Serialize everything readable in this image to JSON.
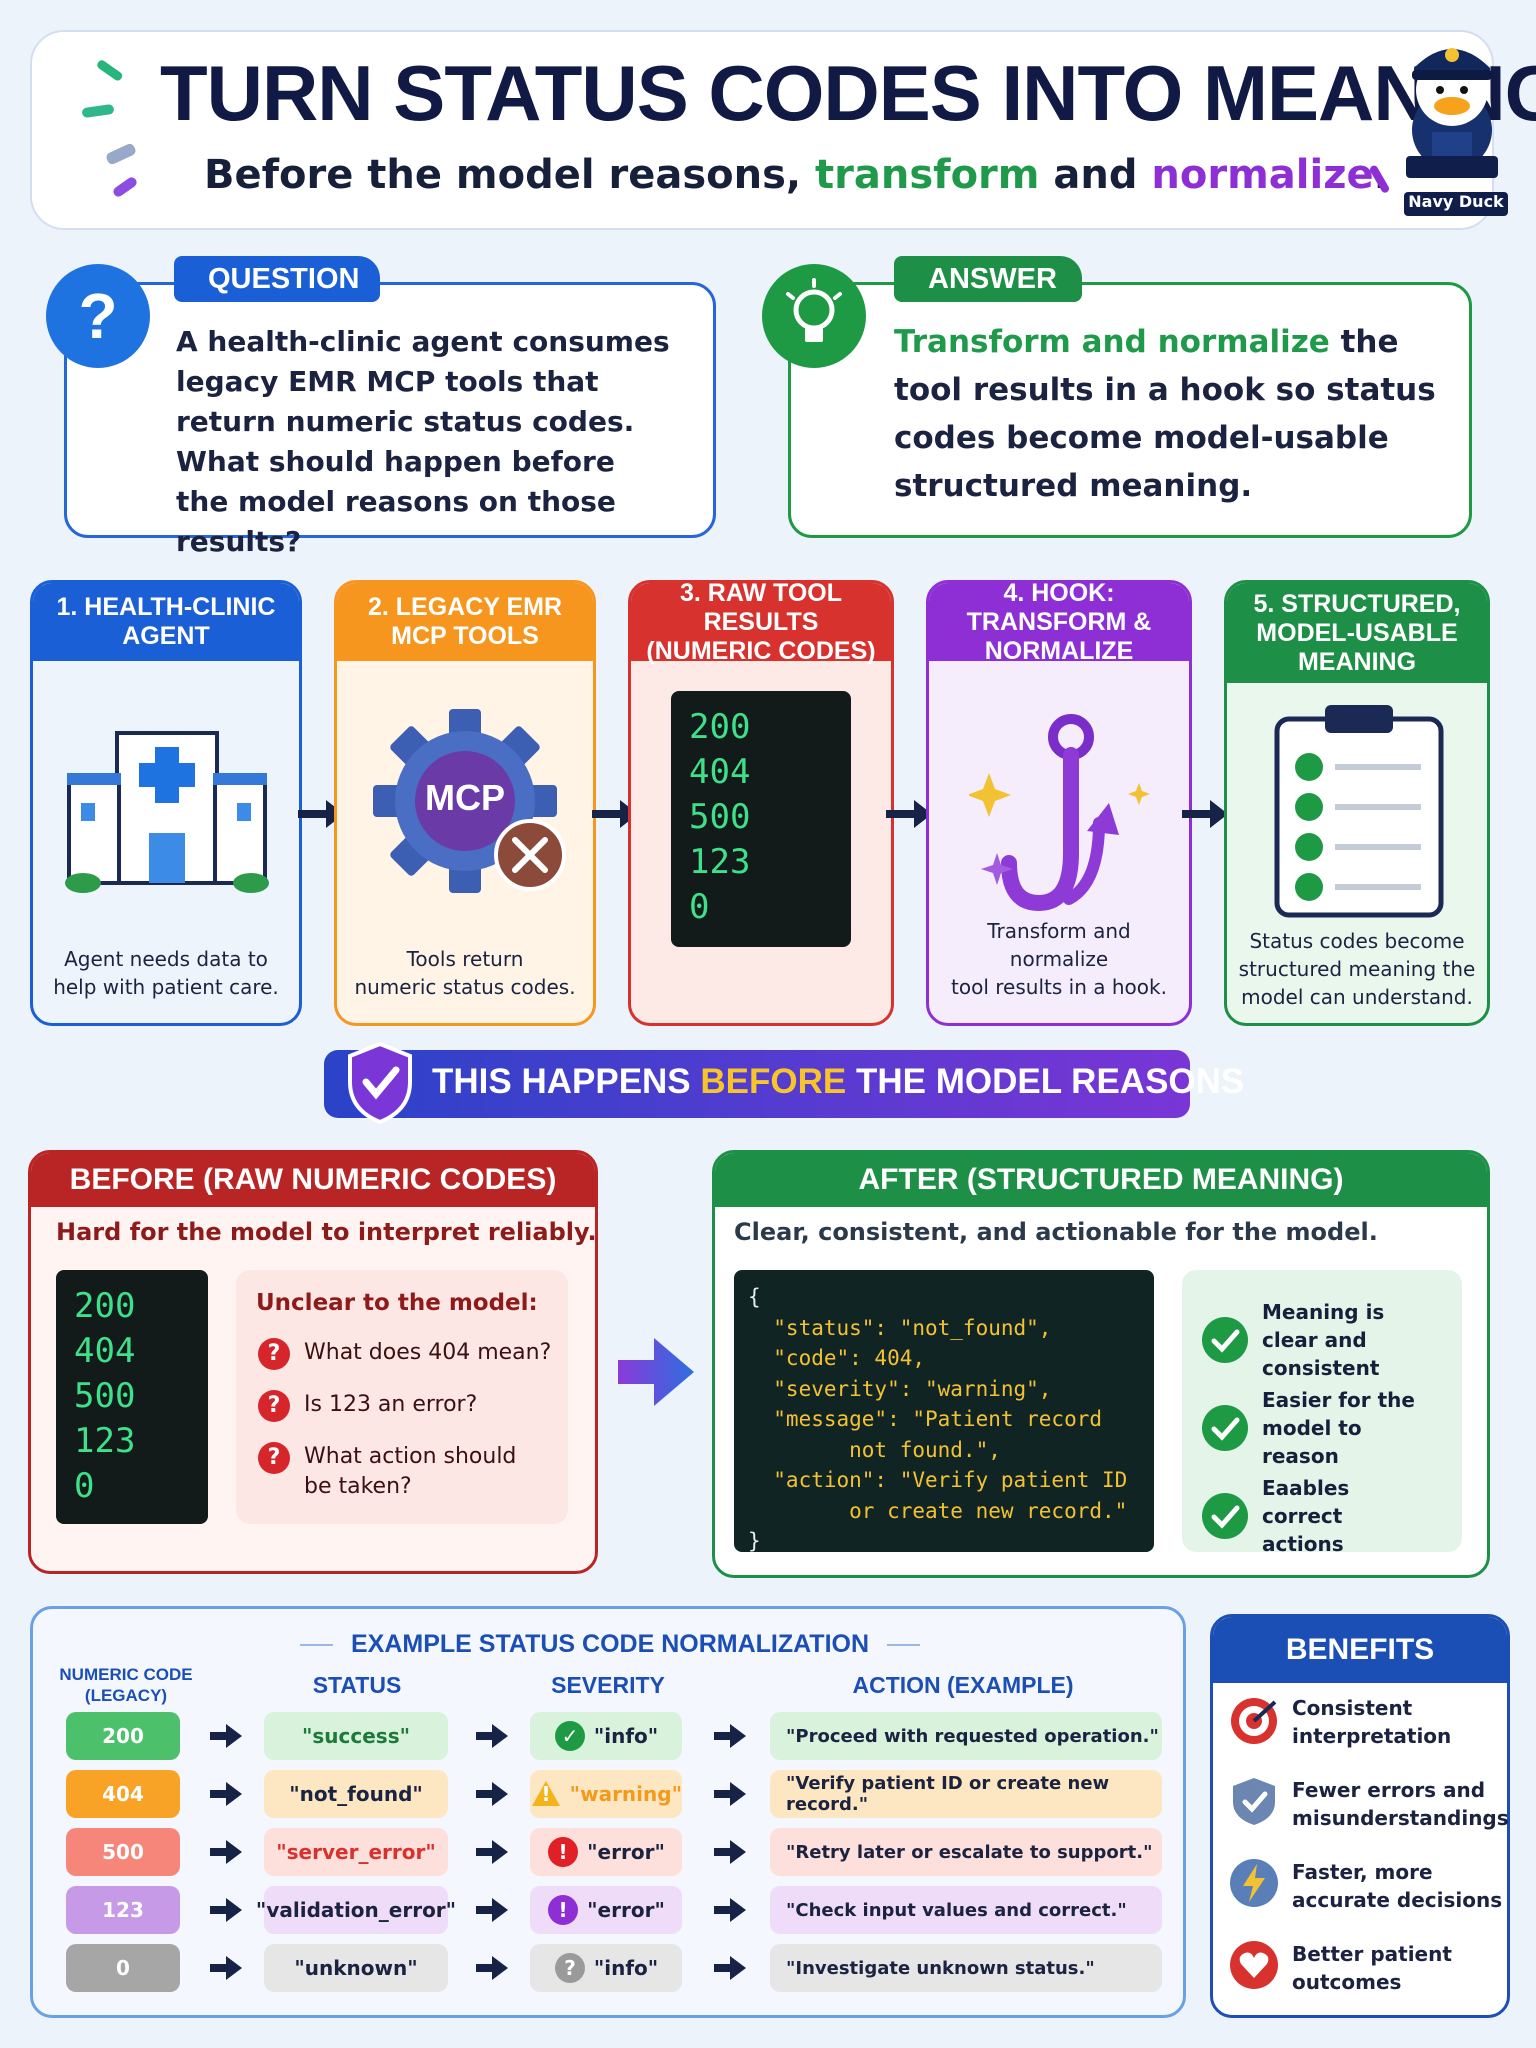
{
  "header": {
    "title": "TURN STATUS CODES INTO MEANING",
    "subtitle_a": "Before the model reasons, ",
    "subtitle_b": "transform",
    "subtitle_c": " and ",
    "subtitle_d": "normalize",
    "subtitle_e": ".",
    "mascot_label": "Navy Duck"
  },
  "question": {
    "tag": "QUESTION",
    "lines": [
      "A health-clinic agent consumes",
      "legacy EMR MCP tools that",
      "return numeric status codes.",
      "What should happen before",
      "the model reasons on those results?"
    ]
  },
  "answer": {
    "tag": "ANSWER",
    "highlight": "Transform and normalize",
    "rest_1": " the",
    "lines": [
      "tool results in a hook so status",
      "codes become model-usable",
      "structured meaning."
    ]
  },
  "steps": [
    {
      "title": "1. HEALTH-CLINIC AGENT",
      "caption_1": "Agent needs data to",
      "caption_2": "help with patient care."
    },
    {
      "title": "2. LEGACY EMR MCP TOOLS",
      "caption_1": "Tools return",
      "caption_2": "numeric status codes.",
      "icon_text": "MCP"
    },
    {
      "title": "3. RAW TOOL RESULTS (NUMERIC CODES)",
      "codes": [
        "200",
        "404",
        "500",
        "123",
        "0"
      ]
    },
    {
      "title": "4. HOOK: TRANSFORM & NORMALIZE",
      "caption_1": "Transform and normalize",
      "caption_2": "tool results in a hook."
    },
    {
      "title": "5. STRUCTURED, MODEL-USABLE MEANING",
      "caption_1": "Status codes become",
      "caption_2": "structured meaning the",
      "caption_3": "model can understand."
    }
  ],
  "banner": {
    "a": "THIS HAPPENS ",
    "b": "BEFORE",
    "c": " THE MODEL REASONS"
  },
  "before": {
    "title": "BEFORE (RAW NUMERIC CODES)",
    "subtitle": "Hard for the model to interpret reliably.",
    "codes": [
      "200",
      "404",
      "500",
      "123",
      "0"
    ],
    "unclear_title": "Unclear to the model:",
    "questions": [
      "What does 404 mean?",
      "Is 123 an error?",
      "What action should be taken?"
    ]
  },
  "after": {
    "title": "AFTER (STRUCTURED MEANING)",
    "subtitle": "Clear, consistent, and actionable for the model.",
    "json_lines": [
      "{",
      "  \"status\": \"not_found\",",
      "  \"code\": 404,",
      "  \"severity\": \"warning\",",
      "  \"message\": \"Patient record",
      "        not found.\",",
      "  \"action\": \"Verify patient ID",
      "        or create new record.\"",
      "}"
    ],
    "benefits": [
      "Meaning is clear and consistent",
      "Easier for the model to reason",
      "Eaables correct actions"
    ]
  },
  "table": {
    "title": "EXAMPLE STATUS CODE NORMALIZATION",
    "col_code": "NUMERIC CODE (LEGACY)",
    "col_status": "STATUS",
    "col_severity": "SEVERITY",
    "col_action": "ACTION (EXAMPLE)",
    "rows": [
      {
        "code": "200",
        "status": "\"success\"",
        "severity": "\"info\"",
        "action": "\"Proceed with requested operation.\""
      },
      {
        "code": "404",
        "status": "\"not_found\"",
        "severity": "\"warning\"",
        "action": "\"Verify patient ID or create new record.\""
      },
      {
        "code": "500",
        "status": "\"server_error\"",
        "severity": "\"error\"",
        "action": "\"Retry later or escalate to support.\""
      },
      {
        "code": "123",
        "status": "\"validation_error\"",
        "severity": "\"error\"",
        "action": "\"Check input values and correct.\""
      },
      {
        "code": "0",
        "status": "\"unknown\"",
        "severity": "\"info\"",
        "action": "\"Investigate unknown status.\""
      }
    ]
  },
  "benefits": {
    "title": "BENEFITS",
    "items": [
      {
        "l1": "Consistent",
        "l2": "interpretation",
        "icon": "target-icon"
      },
      {
        "l1": "Fewer errors and",
        "l2": "misunderstandings",
        "icon": "shield-check-icon"
      },
      {
        "l1": "Faster, more",
        "l2": "accurate decisions",
        "icon": "lightning-icon"
      },
      {
        "l1": "Better patient",
        "l2": "outcomes",
        "icon": "heart-icon"
      }
    ]
  },
  "colors": {
    "navy": "#101a44",
    "blue": "#1b5fd6",
    "orange": "#f7961f",
    "red": "#d8322f",
    "purple": "#8e2fd6",
    "green": "#1e8f46"
  }
}
